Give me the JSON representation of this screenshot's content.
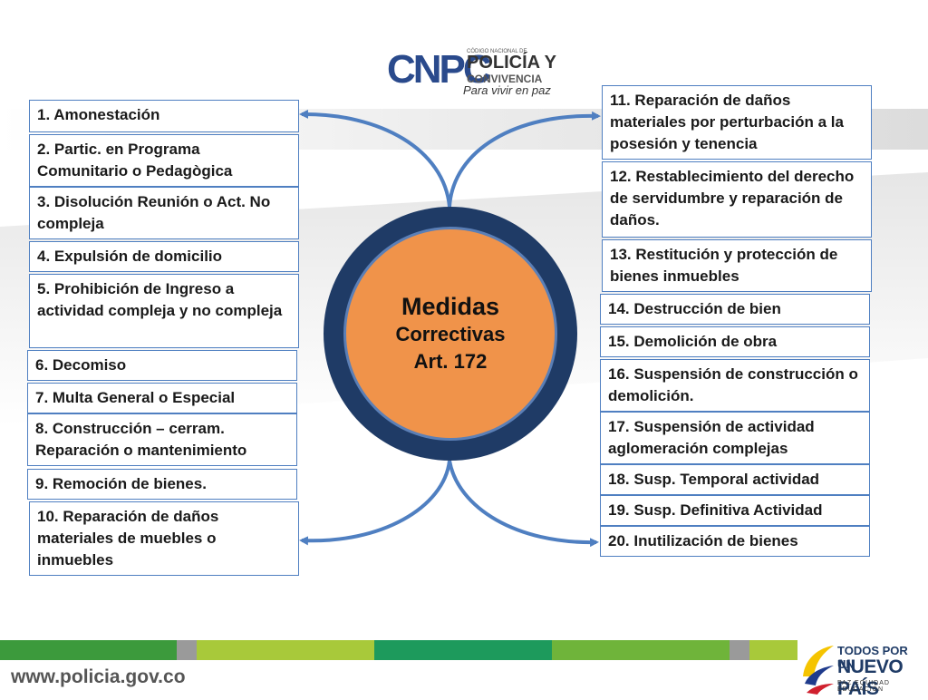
{
  "logo": {
    "letters": "CNPC",
    "small_line": "CÓDIGO NACIONAL DE",
    "line1": "POLICÍA Y",
    "line2": "CONVIVENCIA",
    "line3": "Para vivir en paz"
  },
  "center": {
    "title": "Medidas",
    "subtitle": "Correctivas",
    "article": "Art. 172"
  },
  "left_items": [
    {
      "text": "1. Amonestación"
    },
    {
      "text": "2. Partic. en Programa Comunitario o Pedagògica"
    },
    {
      "text": "3. Disolución Reunión o Act. No compleja"
    },
    {
      "text": "4. Expulsión de domicilio"
    },
    {
      "text": "5. Prohibición de Ingreso a actividad compleja y no compleja"
    },
    {
      "text": "6. Decomiso"
    },
    {
      "text": "7. Multa General o Especial"
    },
    {
      "text": "8. Construcción – cerram. Reparación o mantenimiento"
    },
    {
      "text": "9. Remoción de bienes."
    },
    {
      "text": "10. Reparación de daños materiales de muebles o inmuebles"
    }
  ],
  "right_items": [
    {
      "text": "11. Reparación de daños materiales por perturbación a la posesión y tenencia"
    },
    {
      "text": "12. Restablecimiento del derecho de servidumbre y reparación de daños."
    },
    {
      "text": "13. Restitución y protección de bienes inmuebles"
    },
    {
      "text": "14. Destrucción de bien"
    },
    {
      "text": "15. Demolición de obra"
    },
    {
      "text": "16. Suspensión de construcción o demolición."
    },
    {
      "text": "17. Suspensión de actividad aglomeración complejas"
    },
    {
      "text": "18. Susp. Temporal actividad"
    },
    {
      "text": "19. Susp. Definitiva Actividad"
    },
    {
      "text": "20. Inutilización de bienes"
    }
  ],
  "footer": {
    "url": "www.policia.gov.co",
    "gov_line1": "TODOS POR UN",
    "gov_line2": "NUEVO PAÍS",
    "gov_line3": "PAZ EQUIDAD EDUCACIÓN"
  },
  "colors": {
    "box_border": "#4f7fc1",
    "arrow": "#4f7fc1",
    "ring": "#1f3b66",
    "center_fill": "#f0934a",
    "bar_green_dark": "#3c9a3c",
    "bar_green_light": "#a8c93a",
    "bar_teal": "#1d9a5c",
    "bar_gray": "#9a9a9a"
  }
}
